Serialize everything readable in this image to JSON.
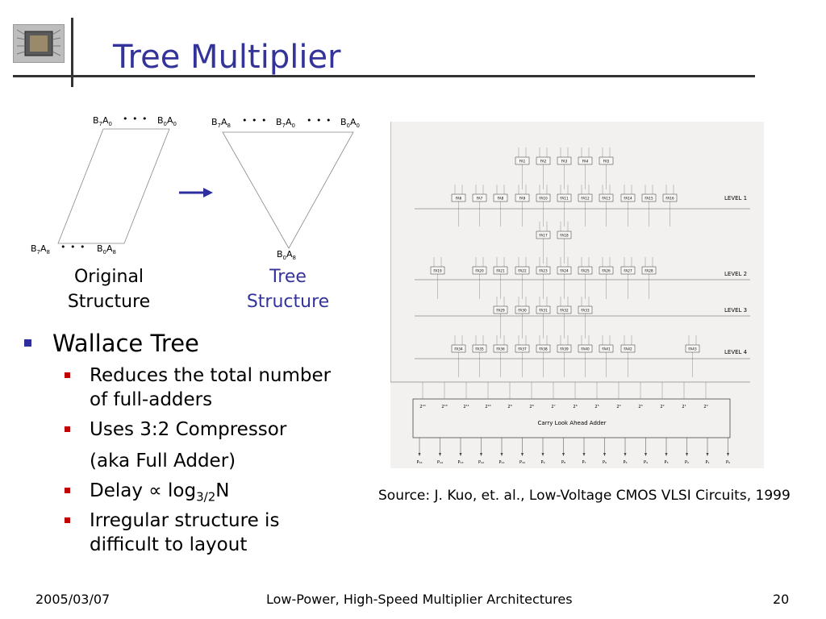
{
  "title": "Tree Multiplier",
  "left_diagram": {
    "top_left_label": {
      "b": "B",
      "bs": "7",
      "a": "A",
      "as": "0"
    },
    "top_right_label": {
      "b": "B",
      "bs": "0",
      "a": "A",
      "as": "0"
    },
    "bottom_left_label": {
      "b": "B",
      "bs": "7",
      "a": "A",
      "as": "8"
    },
    "bottom_right_label": {
      "b": "B",
      "bs": "0",
      "a": "A",
      "as": "8"
    },
    "dots": "• • •",
    "caption_line1": "Original",
    "caption_line2": "Structure"
  },
  "right_diagram": {
    "label1": {
      "b": "B",
      "bs": "7",
      "a": "A",
      "as": "8"
    },
    "label2": {
      "b": "B",
      "bs": "7",
      "a": "A",
      "as": "0"
    },
    "label3": {
      "b": "B",
      "bs": "0",
      "a": "A",
      "as": "0"
    },
    "bottom_label": {
      "b": "B",
      "bs": "0",
      "a": "A",
      "as": "8"
    },
    "dots": "• • •",
    "caption_line1": "Tree",
    "caption_line2": "Structure"
  },
  "bullets": {
    "main": "Wallace Tree",
    "items": [
      {
        "line1": "Reduces the total number",
        "line2": "of full-adders"
      },
      {
        "line1": "Uses 3:2 Compressor"
      },
      {
        "line1": "(aka Full Adder)"
      },
      {
        "prefix": "Delay ",
        "symbol": "∝",
        "mid": " log",
        "sub": "3/2",
        "suffix": "N"
      },
      {
        "line1": "Irregular structure is",
        "line2": "difficult to layout"
      }
    ]
  },
  "circuit": {
    "fa_level1_top": [
      "FA1",
      "FA2",
      "FA3",
      "FA4",
      "FA5"
    ],
    "fa_level1": [
      "FA6",
      "FA7",
      "FA8",
      "FA9",
      "FA10",
      "FA11",
      "FA12",
      "FA13",
      "FA14",
      "FA15",
      "FA16"
    ],
    "fa_mid": [
      "FA17",
      "FA18"
    ],
    "fa_level2": [
      "FA19",
      "FA20",
      "FA21",
      "FA22",
      "FA23",
      "FA24",
      "FA25",
      "FA26",
      "FA27",
      "FA28"
    ],
    "fa_level3": [
      "FA29",
      "FA30",
      "FA31",
      "FA32",
      "FA33"
    ],
    "fa_level4": [
      "FA34",
      "FA35",
      "FA36",
      "FA37",
      "FA38",
      "FA39",
      "FA40",
      "FA41",
      "FA42",
      "FA43"
    ],
    "levels": [
      "LEVEL 1",
      "LEVEL 2",
      "LEVEL 3",
      "LEVEL 4"
    ],
    "cla_label": "Carry Look Ahead Adder",
    "cla_inputs": [
      "2¹⁴",
      "2¹³",
      "2¹¹",
      "2¹⁰",
      "2⁹",
      "2⁸",
      "2⁷",
      "2⁶",
      "2⁵",
      "2⁴",
      "2³",
      "2²",
      "2¹",
      "2⁰"
    ],
    "outputs": [
      "P₁₅",
      "P₁₄",
      "P₁₃",
      "P₁₂",
      "P₁₁",
      "P₁₀",
      "P₉",
      "P₈",
      "P₇",
      "P₆",
      "P₅",
      "P₄",
      "P₃",
      "P₂",
      "P₁",
      "P₀"
    ]
  },
  "source": "Source: J. Kuo, et. al., Low-Voltage CMOS VLSI Circuits, 1999",
  "footer": {
    "date": "2005/03/07",
    "center": "Low-Power, High-Speed Multiplier Architectures",
    "page": "20"
  },
  "colors": {
    "title": "#333399",
    "main_bullet": "#2e2e9e",
    "sub_bullet": "#c00000",
    "tree_caption": "#333399",
    "arrow": "#2e2e9e"
  }
}
